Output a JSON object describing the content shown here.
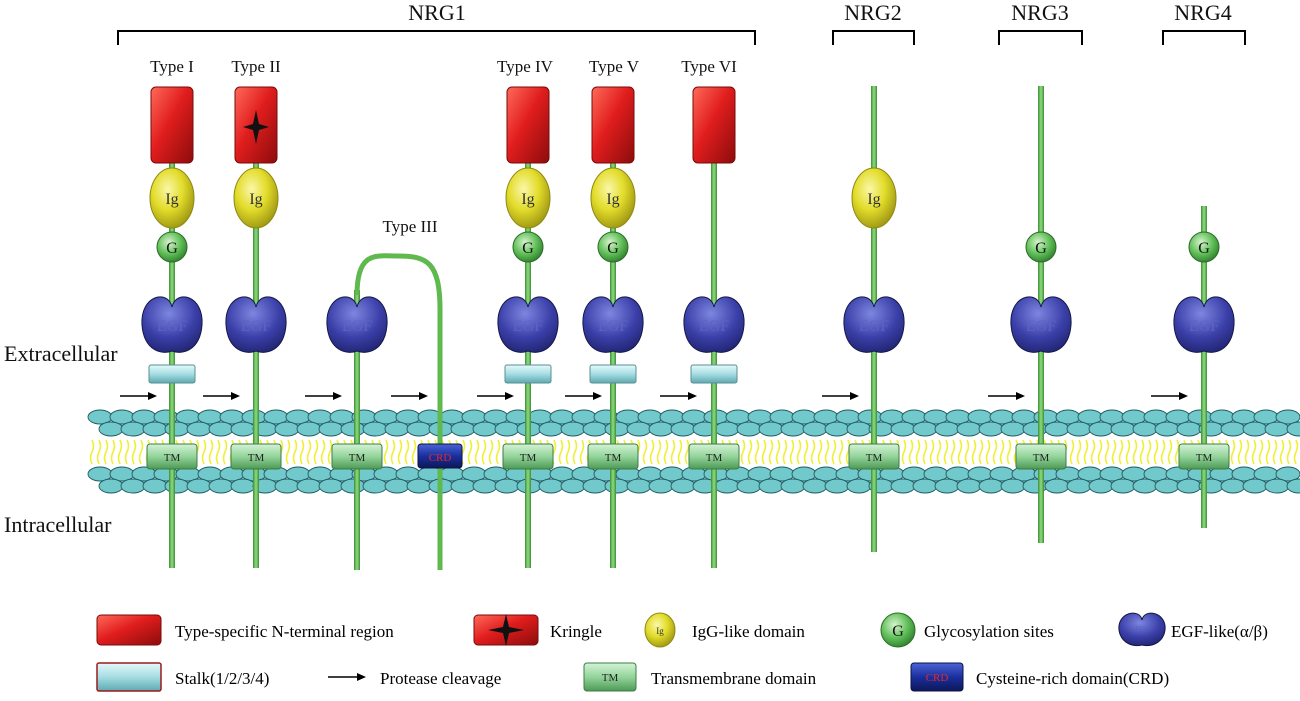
{
  "groups": [
    {
      "label": "NRG1"
    },
    {
      "label": "NRG2"
    },
    {
      "label": "NRG3"
    },
    {
      "label": "NRG4"
    }
  ],
  "types": {
    "t1": "Type I",
    "t2": "Type II",
    "t3": "Type III",
    "t4": "Type IV",
    "t5": "Type V",
    "t6": "Type VI"
  },
  "regions": {
    "extracellular": "Extracellular",
    "intracellular": "Intracellular"
  },
  "domain_marks": {
    "ig": "Ig",
    "g": "G",
    "egf": "EGF",
    "tm": "TM",
    "crd": "CRD"
  },
  "legend": {
    "nterm": "Type-specific N-terminal region",
    "kringle": "Kringle",
    "ig": "IgG-like domain",
    "glyco": "Glycosylation sites",
    "egf": "EGF-like(α/β)",
    "stalk": "Stalk(1/2/3/4)",
    "protease": "Protease cleavage",
    "tm": "Transmembrane domain",
    "crd": "Cysteine-rich domain(CRD)"
  },
  "colors": {
    "stem": "#5fb94e",
    "nterm": "#e01d1d",
    "ig": "#e2dc2a",
    "glyco": "#3fa63f",
    "egf": "#3a3fa8",
    "stalk": "#a5dde3",
    "tm": "#93d49a",
    "crd": "#1b2f9e",
    "lipid_head": "#72c9cc",
    "lipid_tail": "#f1ee36"
  }
}
